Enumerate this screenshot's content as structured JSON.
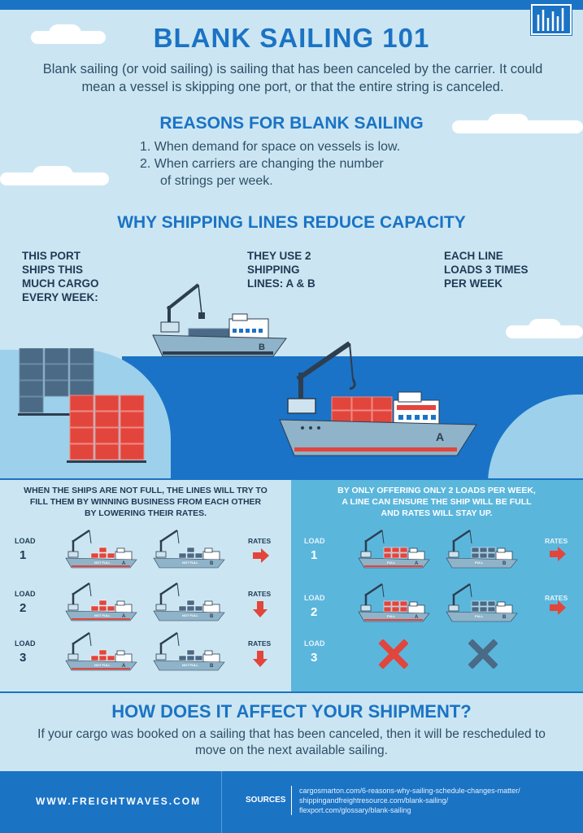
{
  "title": "BLANK SAILING 101",
  "intro": "Blank sailing (or void sailing) is sailing that has been canceled by the carrier. It could mean a vessel is skipping one port, or that the entire string is canceled.",
  "reasons": {
    "title": "REASONS FOR BLANK SAILING",
    "item1": "1. When demand for space on vessels is low.",
    "item2a": "2. When carriers are changing the number",
    "item2b": "of strings per week."
  },
  "why": {
    "title": "WHY SHIPPING LINES REDUCE CAPACITY",
    "col1": [
      "THIS PORT",
      "SHIPS THIS",
      "MUCH CARGO",
      "EVERY WEEK:"
    ],
    "col2": [
      "THEY USE 2",
      "SHIPPING",
      "LINES: A & B"
    ],
    "col3": [
      "EACH LINE",
      "LOADS 3 TIMES",
      "PER WEEK"
    ],
    "ship_b_label": "B",
    "ship_a_label": "A"
  },
  "left_panel": {
    "text": [
      "WHEN THE SHIPS ARE NOT FULL, THE LINES WILL TRY TO",
      "FILL THEM BY WINNING BUSINESS FROM EACH OTHER",
      "BY LOWERING THEIR RATES."
    ],
    "load_label": "LOAD",
    "rates_label": "RATES",
    "ship_a_tag": "NOT FULL",
    "ship_b_tag": "NOT FULL",
    "rows": [
      {
        "num": "1",
        "arrow": "right"
      },
      {
        "num": "2",
        "arrow": "down"
      },
      {
        "num": "3",
        "arrow": "down"
      }
    ]
  },
  "right_panel": {
    "text": [
      "BY ONLY OFFERING ONLY 2 LOADS PER WEEK,",
      "A LINE CAN ENSURE THE SHIP WILL BE FULL",
      "AND RATES WILL STAY UP."
    ],
    "load_label": "LOAD",
    "rates_label": "RATES",
    "ship_tag": "FULL",
    "rows": [
      {
        "num": "1",
        "arrow": "right"
      },
      {
        "num": "2",
        "arrow": "right"
      },
      {
        "num": "3",
        "arrow": "none"
      }
    ]
  },
  "affect": {
    "title": "HOW DOES IT AFFECT YOUR SHIPMENT?",
    "text": "If your cargo was booked on a sailing that has been canceled, then it will be rescheduled to move on the next available sailing."
  },
  "footer": {
    "site": "WWW.FREIGHTWAVES.COM",
    "sources_label": "SOURCES",
    "links": [
      "cargosmarton.com/6-reasons-why-sailing-schedule-changes-matter/",
      "shippingandfreightresource.com/blank-sailing/",
      "flexport.com/glossary/blank-sailing"
    ]
  },
  "colors": {
    "brand_blue": "#1b73c4",
    "red": "#e2453c",
    "gray_container": "#4a6a86"
  },
  "icons": [
    "freightwaves-logo-icon",
    "ship-icon",
    "crane-icon",
    "container-stack-icon",
    "arrow-right-icon",
    "arrow-down-icon",
    "cross-icon",
    "cloud-icon"
  ]
}
